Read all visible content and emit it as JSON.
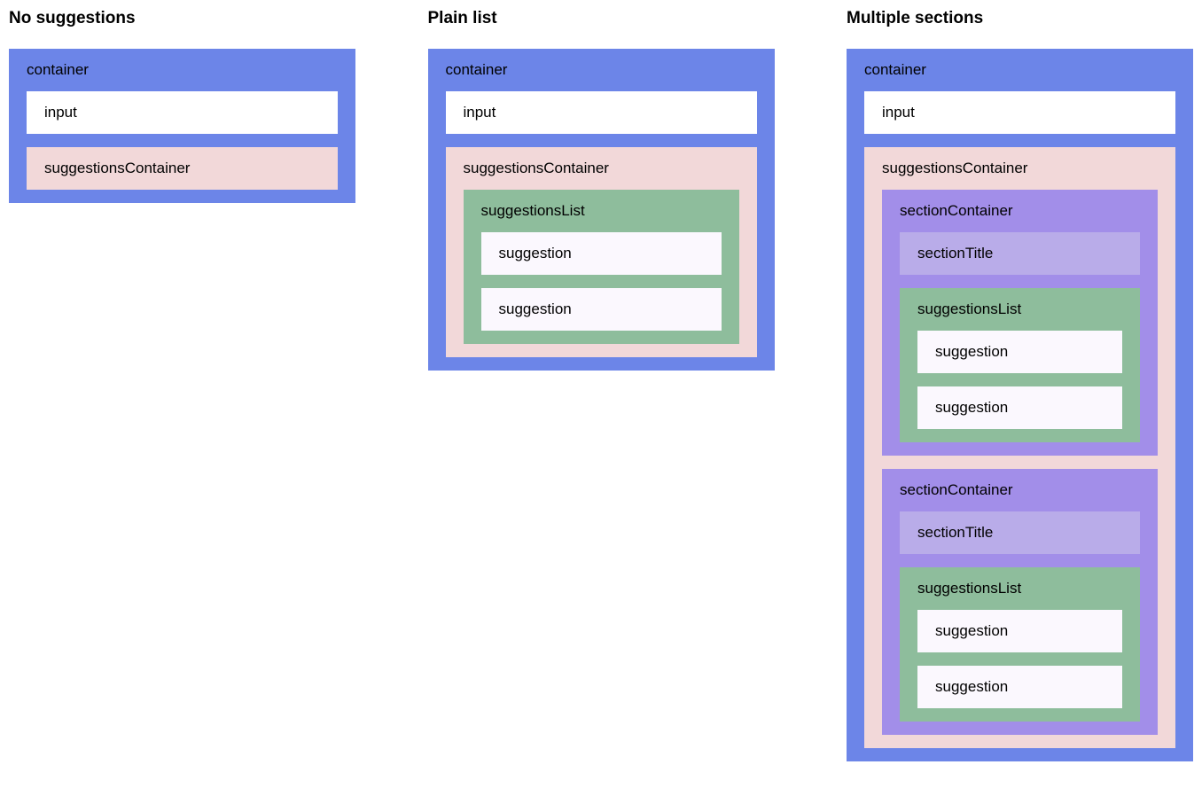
{
  "examples": [
    {
      "title": "No suggestions",
      "root": {
        "type": "container",
        "children": [
          {
            "type": "input"
          },
          {
            "type": "suggestionsContainer"
          }
        ]
      }
    },
    {
      "title": "Plain list",
      "root": {
        "type": "container",
        "children": [
          {
            "type": "input"
          },
          {
            "type": "suggestionsContainer",
            "children": [
              {
                "type": "suggestionsList",
                "children": [
                  {
                    "type": "suggestion"
                  },
                  {
                    "type": "suggestion"
                  }
                ]
              }
            ]
          }
        ]
      }
    },
    {
      "title": "Multiple sections",
      "root": {
        "type": "container",
        "children": [
          {
            "type": "input"
          },
          {
            "type": "suggestionsContainer",
            "children": [
              {
                "type": "sectionContainer",
                "children": [
                  {
                    "type": "sectionTitle"
                  },
                  {
                    "type": "suggestionsList",
                    "children": [
                      {
                        "type": "suggestion"
                      },
                      {
                        "type": "suggestion"
                      }
                    ]
                  }
                ]
              },
              {
                "type": "sectionContainer",
                "children": [
                  {
                    "type": "sectionTitle"
                  },
                  {
                    "type": "suggestionsList",
                    "children": [
                      {
                        "type": "suggestion"
                      },
                      {
                        "type": "suggestion"
                      }
                    ]
                  }
                ]
              }
            ]
          }
        ]
      }
    }
  ],
  "colors": {
    "container": "#6c85e8",
    "input": "#ffffff",
    "suggestionsContainer": "#f2d8d9",
    "suggestionsList": "#8ebd9c",
    "suggestion": "#fbf8fe",
    "sectionContainer": "#a28ee9",
    "sectionTitle": "#b9ace9"
  }
}
